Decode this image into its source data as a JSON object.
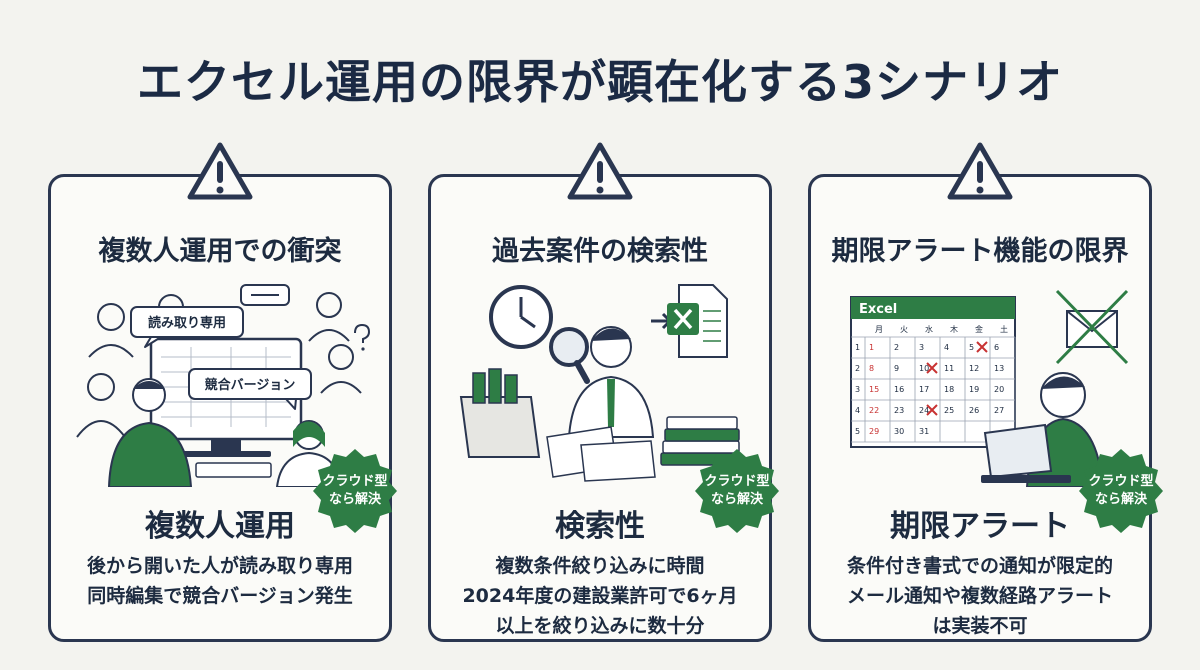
{
  "title": "エクセル運用の限界が顕在化する3シナリオ",
  "badge": {
    "line1": "クラウド型",
    "line2": "なら解決"
  },
  "cards": [
    {
      "title": "複数人運用での衝突",
      "keyword": "複数人運用",
      "lines": [
        "後から開いた人が読み取り専用",
        "同時編集で競合バージョン発生"
      ],
      "bubbles": [
        "読み取り専用",
        "競合バージョン"
      ]
    },
    {
      "title": "過去案件の検索性",
      "keyword": "検索性",
      "lines": [
        "複数条件絞り込みに時間",
        "2024年度の建設業許可で6ヶ月",
        "以上を絞り込みに数十分"
      ]
    },
    {
      "title": "期限アラート機能の限界",
      "keyword": "期限アラート",
      "lines": [
        "条件付き書式での通知が限定的",
        "メール通知や複数経路アラート",
        "は実装不可"
      ],
      "calendar": {
        "app": "Excel",
        "weekdays": [
          "月",
          "火",
          "水",
          "木",
          "金",
          "土"
        ],
        "rows": [
          [
            "1",
            "2",
            "3",
            "4",
            "5",
            "6"
          ],
          [
            "8",
            "9",
            "10",
            "11",
            "12",
            "13"
          ],
          [
            "15",
            "16",
            "17",
            "18",
            "19",
            "20"
          ],
          [
            "22",
            "23",
            "24",
            "25",
            "26",
            "27"
          ],
          [
            "29",
            "30",
            "31",
            "",
            "",
            ""
          ]
        ],
        "row_numbers": [
          "1",
          "2",
          "3",
          "4",
          "5"
        ]
      }
    }
  ],
  "colors": {
    "navy": "#1d2b40",
    "green": "#2e7d45",
    "alert": "#c83232"
  }
}
